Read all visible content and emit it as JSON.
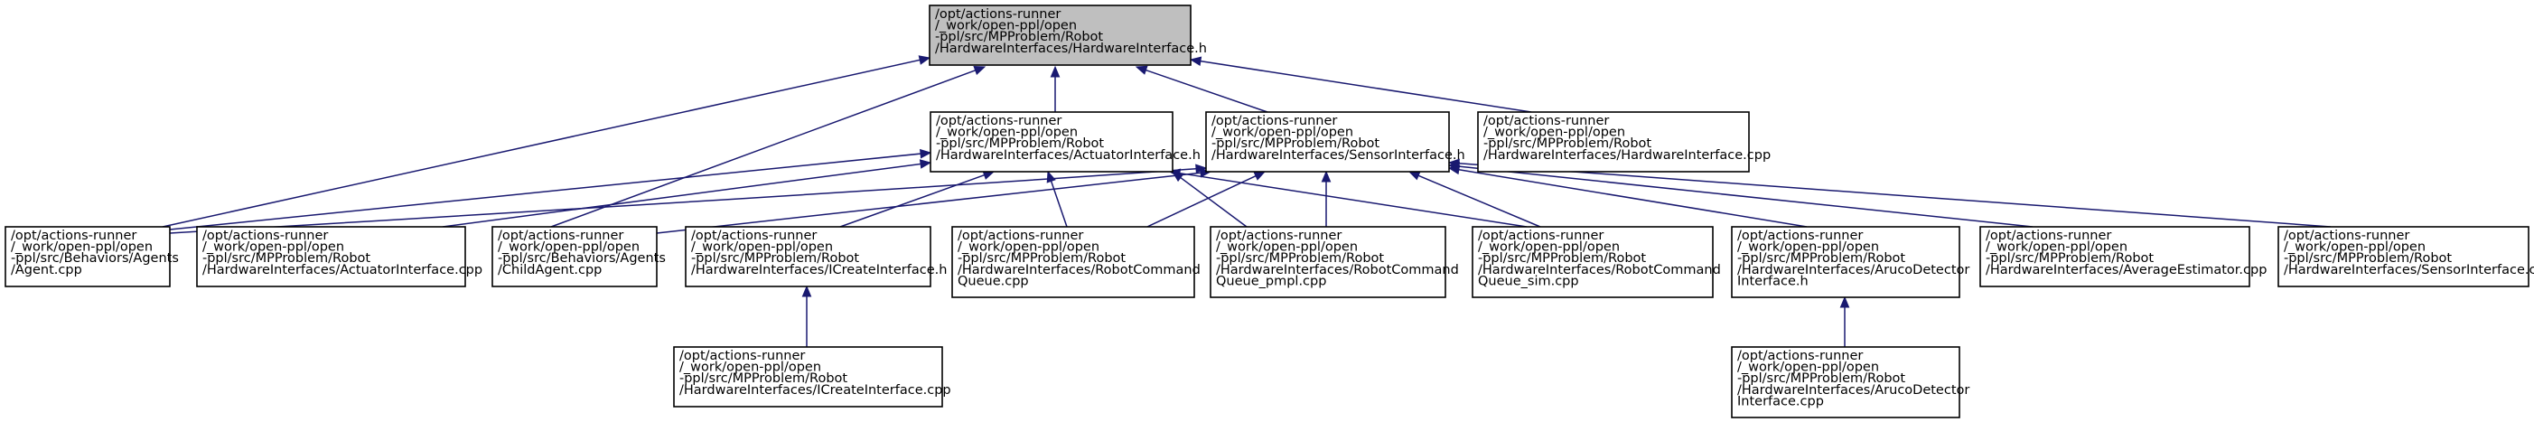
{
  "colors": {
    "root_fill": "#bfbfbf",
    "node_fill": "#ffffff",
    "border": "#000000",
    "edge": "#191970"
  },
  "nodes": [
    {
      "id": "hw_h",
      "root": true,
      "lines": [
        "/opt/actions-runner",
        "/_work/open-ppl/open",
        "-ppl/src/MPProblem/Robot",
        "/HardwareInterfaces/HardwareInterface.h"
      ]
    },
    {
      "id": "act_h",
      "lines": [
        "/opt/actions-runner",
        "/_work/open-ppl/open",
        "-ppl/src/MPProblem/Robot",
        "/HardwareInterfaces/ActuatorInterface.h"
      ]
    },
    {
      "id": "sens_h",
      "lines": [
        "/opt/actions-runner",
        "/_work/open-ppl/open",
        "-ppl/src/MPProblem/Robot",
        "/HardwareInterfaces/SensorInterface.h"
      ]
    },
    {
      "id": "hw_cpp",
      "lines": [
        "/opt/actions-runner",
        "/_work/open-ppl/open",
        "-ppl/src/MPProblem/Robot",
        "/HardwareInterfaces/HardwareInterface.cpp"
      ]
    },
    {
      "id": "agent",
      "lines": [
        "/opt/actions-runner",
        "/_work/open-ppl/open",
        "-ppl/src/Behaviors/Agents",
        "/Agent.cpp"
      ]
    },
    {
      "id": "act_cpp",
      "lines": [
        "/opt/actions-runner",
        "/_work/open-ppl/open",
        "-ppl/src/MPProblem/Robot",
        "/HardwareInterfaces/ActuatorInterface.cpp"
      ]
    },
    {
      "id": "child",
      "lines": [
        "/opt/actions-runner",
        "/_work/open-ppl/open",
        "-ppl/src/Behaviors/Agents",
        "/ChildAgent.cpp"
      ]
    },
    {
      "id": "icreate_h",
      "lines": [
        "/opt/actions-runner",
        "/_work/open-ppl/open",
        "-ppl/src/MPProblem/Robot",
        "/HardwareInterfaces/ICreateInterface.h"
      ]
    },
    {
      "id": "rcq",
      "lines": [
        "/opt/actions-runner",
        "/_work/open-ppl/open",
        "-ppl/src/MPProblem/Robot",
        "/HardwareInterfaces/RobotCommand",
        "Queue.cpp"
      ]
    },
    {
      "id": "rcq_pmpl",
      "lines": [
        "/opt/actions-runner",
        "/_work/open-ppl/open",
        "-ppl/src/MPProblem/Robot",
        "/HardwareInterfaces/RobotCommand",
        "Queue_pmpl.cpp"
      ]
    },
    {
      "id": "rcq_sim",
      "lines": [
        "/opt/actions-runner",
        "/_work/open-ppl/open",
        "-ppl/src/MPProblem/Robot",
        "/HardwareInterfaces/RobotCommand",
        "Queue_sim.cpp"
      ]
    },
    {
      "id": "aruco_h",
      "lines": [
        "/opt/actions-runner",
        "/_work/open-ppl/open",
        "-ppl/src/MPProblem/Robot",
        "/HardwareInterfaces/ArucoDetector",
        "Interface.h"
      ]
    },
    {
      "id": "avg",
      "lines": [
        "/opt/actions-runner",
        "/_work/open-ppl/open",
        "-ppl/src/MPProblem/Robot",
        "/HardwareInterfaces/AverageEstimator.cpp"
      ]
    },
    {
      "id": "sens_cpp",
      "lines": [
        "/opt/actions-runner",
        "/_work/open-ppl/open",
        "-ppl/src/MPProblem/Robot",
        "/HardwareInterfaces/SensorInterface.cpp"
      ]
    },
    {
      "id": "icreate_cpp",
      "lines": [
        "/opt/actions-runner",
        "/_work/open-ppl/open",
        "-ppl/src/MPProblem/Robot",
        "/HardwareInterfaces/ICreateInterface.cpp"
      ]
    },
    {
      "id": "aruco_cpp",
      "lines": [
        "/opt/actions-runner",
        "/_work/open-ppl/open",
        "-ppl/src/MPProblem/Robot",
        "/HardwareInterfaces/ArucoDetector",
        "Interface.cpp"
      ]
    }
  ],
  "edges": [
    {
      "from": "act_h",
      "to": "hw_h"
    },
    {
      "from": "sens_h",
      "to": "hw_h"
    },
    {
      "from": "hw_cpp",
      "to": "hw_h"
    },
    {
      "from": "agent",
      "to": "hw_h"
    },
    {
      "from": "child",
      "to": "hw_h"
    },
    {
      "from": "agent",
      "to": "act_h"
    },
    {
      "from": "act_cpp",
      "to": "act_h"
    },
    {
      "from": "icreate_h",
      "to": "act_h"
    },
    {
      "from": "rcq",
      "to": "act_h"
    },
    {
      "from": "rcq_sim",
      "to": "act_h"
    },
    {
      "from": "agent",
      "to": "sens_h"
    },
    {
      "from": "child",
      "to": "sens_h"
    },
    {
      "from": "rcq",
      "to": "sens_h"
    },
    {
      "from": "rcq_pmpl",
      "to": "sens_h"
    },
    {
      "from": "rcq_sim",
      "to": "sens_h"
    },
    {
      "from": "aruco_h",
      "to": "sens_h"
    },
    {
      "from": "avg",
      "to": "sens_h"
    },
    {
      "from": "sens_cpp",
      "to": "sens_h"
    },
    {
      "from": "rcq_pmpl",
      "to": "act_h"
    },
    {
      "from": "icreate_cpp",
      "to": "icreate_h"
    },
    {
      "from": "aruco_cpp",
      "to": "aruco_h"
    }
  ]
}
